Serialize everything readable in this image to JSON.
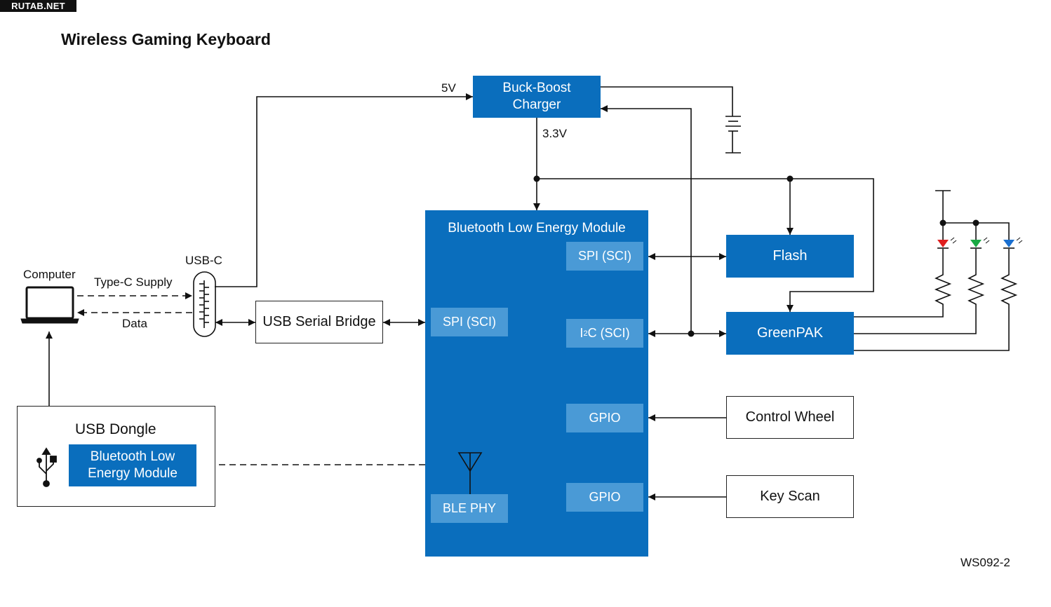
{
  "watermark": "RUTAB.NET",
  "title": "Wireless Gaming Keyboard",
  "figure_id": "WS092-2",
  "blocks": {
    "buck_boost": "Buck-Boost\nCharger",
    "ble_module": "Bluetooth Low Energy Module",
    "flash": "Flash",
    "greenpak": "GreenPAK",
    "usb_serial_bridge": "USB Serial Bridge",
    "control_wheel": "Control Wheel",
    "key_scan": "Key Scan",
    "usb_dongle": "USB Dongle",
    "dongle_ble": "Bluetooth Low\nEnergy Module"
  },
  "ports": {
    "spi_flash": "SPI (SCI)",
    "spi_bridge": "SPI (SCI)",
    "i2c_prefix": "I",
    "i2c_sup": "2",
    "i2c_suffix": "C (SCI)",
    "gpio_wheel": "GPIO",
    "gpio_keyscan": "GPIO",
    "ble_phy": "BLE PHY"
  },
  "labels": {
    "v5": "5V",
    "v33": "3.3V",
    "usb_c": "USB-C",
    "computer": "Computer",
    "type_c_supply": "Type-C Supply",
    "data": "Data"
  },
  "colors": {
    "module_blue": "#0a6ebd",
    "port_blue": "#4a9ad6",
    "led_red": "#e02020",
    "led_green": "#1aaa44",
    "led_blue": "#1a6fd0"
  }
}
